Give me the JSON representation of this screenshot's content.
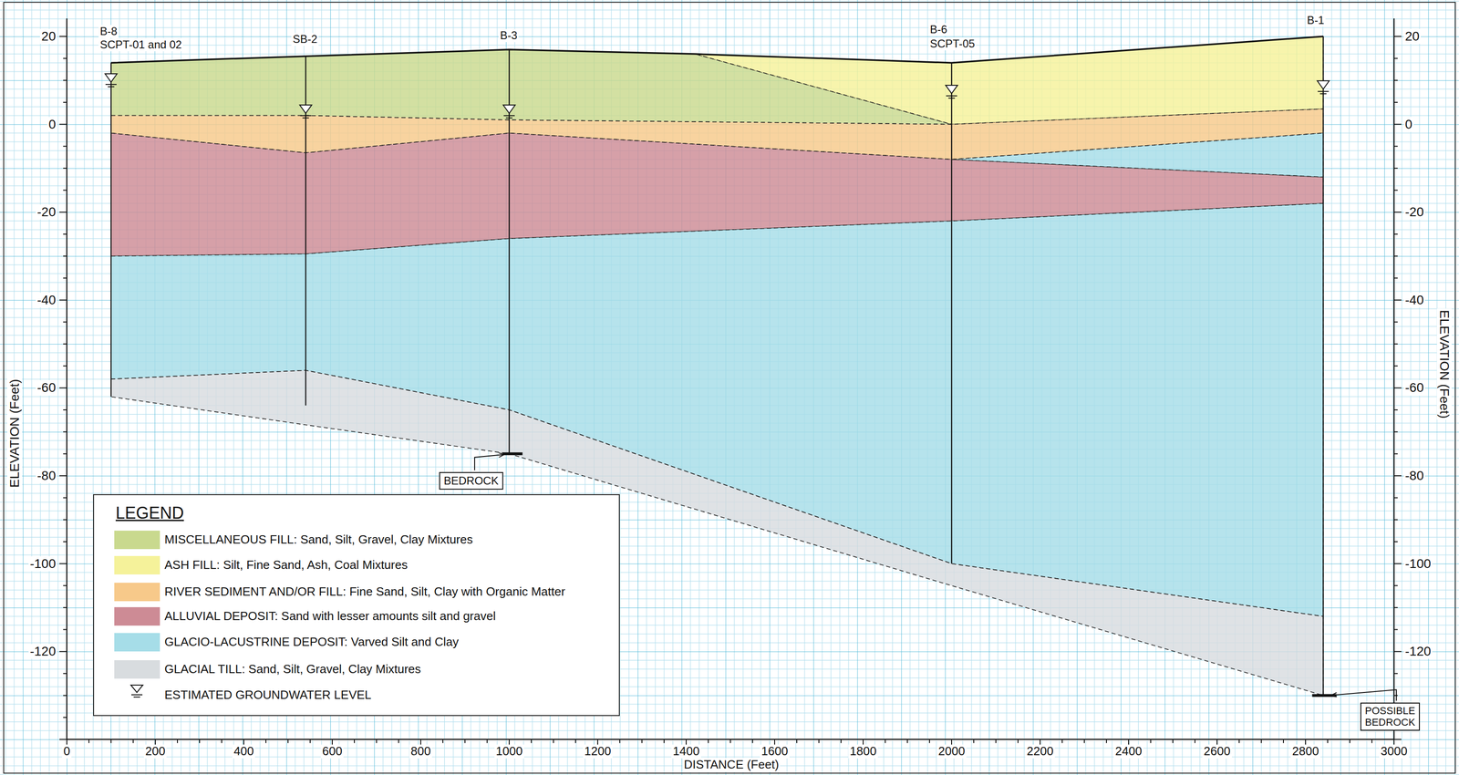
{
  "diagram": {
    "nodes": [
      {
        "text": [
          "BEDROCK"
        ]
      },
      {
        "text": [
          "POSSIBLE BEDROCK"
        ]
      }
    ],
    "labels": [
      "B-8",
      "SCPT-01 and 02",
      "SB-2",
      "B-3",
      "B-6",
      "SCPT-05",
      "B-1",
      "20",
      "0",
      "-20",
      "-40",
      "-60",
      "-80",
      "-100",
      "-120",
      "20",
      "0",
      "-20",
      "-40",
      "-60",
      "-80",
      "-100",
      "-120",
      "0",
      "200",
      "400",
      "600",
      "800",
      "1000",
      "1200",
      "1400",
      "1600",
      "1800",
      "2000",
      "2200",
      "2400",
      "2600",
      "2800",
      "3000",
      "ELEVATION (Feet)",
      "DISTANCE (Feet)",
      "ELEVATION (Feet)",
      "LEGEND"
    ],
    "legend": [
      {
        "text": "MISCELLANEOUS FILL: Sand, Silt, Gravel, Clay Mixtures",
        "color": "#c9d98e"
      },
      {
        "text": "ASH FILL: Silt, Fine Sand, Ash, Coal Mixtures",
        "color": "#f5f29a"
      },
      {
        "text": "RIVER SEDIMENT AND/OR FILL: Fine Sand, Silt, Clay with Organic Matter",
        "color": "#f7c98a"
      },
      {
        "text": "ALLUVIAL DEPOSIT: Sand with lesser amounts silt and gravel",
        "color": "#cd8b95"
      },
      {
        "text": "GLACIO-LACUSTRINE DEPOSIT: Varved Silt and Clay",
        "color": "#a6dde8"
      },
      {
        "text": "GLACIAL TILL: Sand, Silt, Gravel, Clay Mixtures",
        "color": "#d8dcdf"
      },
      {
        "text": "ESTIMATED GROUNDWATER LEVEL"
      }
    ]
  }
}
